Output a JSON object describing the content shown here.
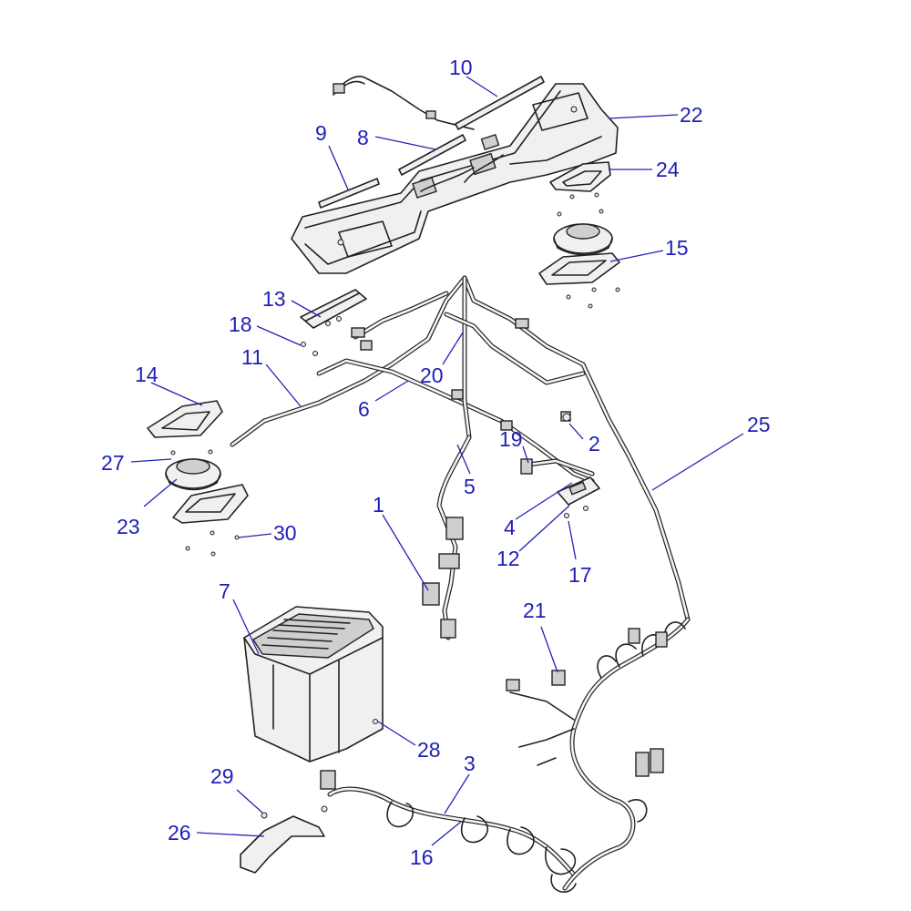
{
  "callouts": [
    {
      "label": "1"
    },
    {
      "label": "2"
    },
    {
      "label": "3"
    },
    {
      "label": "4"
    },
    {
      "label": "5"
    },
    {
      "label": "6"
    },
    {
      "label": "7"
    },
    {
      "label": "8"
    },
    {
      "label": "9"
    },
    {
      "label": "10"
    },
    {
      "label": "11"
    },
    {
      "label": "12"
    },
    {
      "label": "13"
    },
    {
      "label": "14"
    },
    {
      "label": "15"
    },
    {
      "label": "16"
    },
    {
      "label": "17"
    },
    {
      "label": "18"
    },
    {
      "label": "19"
    },
    {
      "label": "20"
    },
    {
      "label": "21"
    },
    {
      "label": "22"
    },
    {
      "label": "23"
    },
    {
      "label": "24"
    },
    {
      "label": "25"
    },
    {
      "label": "26"
    },
    {
      "label": "27"
    },
    {
      "label": "28"
    },
    {
      "label": "29"
    },
    {
      "label": "30"
    }
  ],
  "colors": {
    "callout": "#1f1fb8",
    "line": "#222222",
    "fill": "#f0f0f0"
  }
}
